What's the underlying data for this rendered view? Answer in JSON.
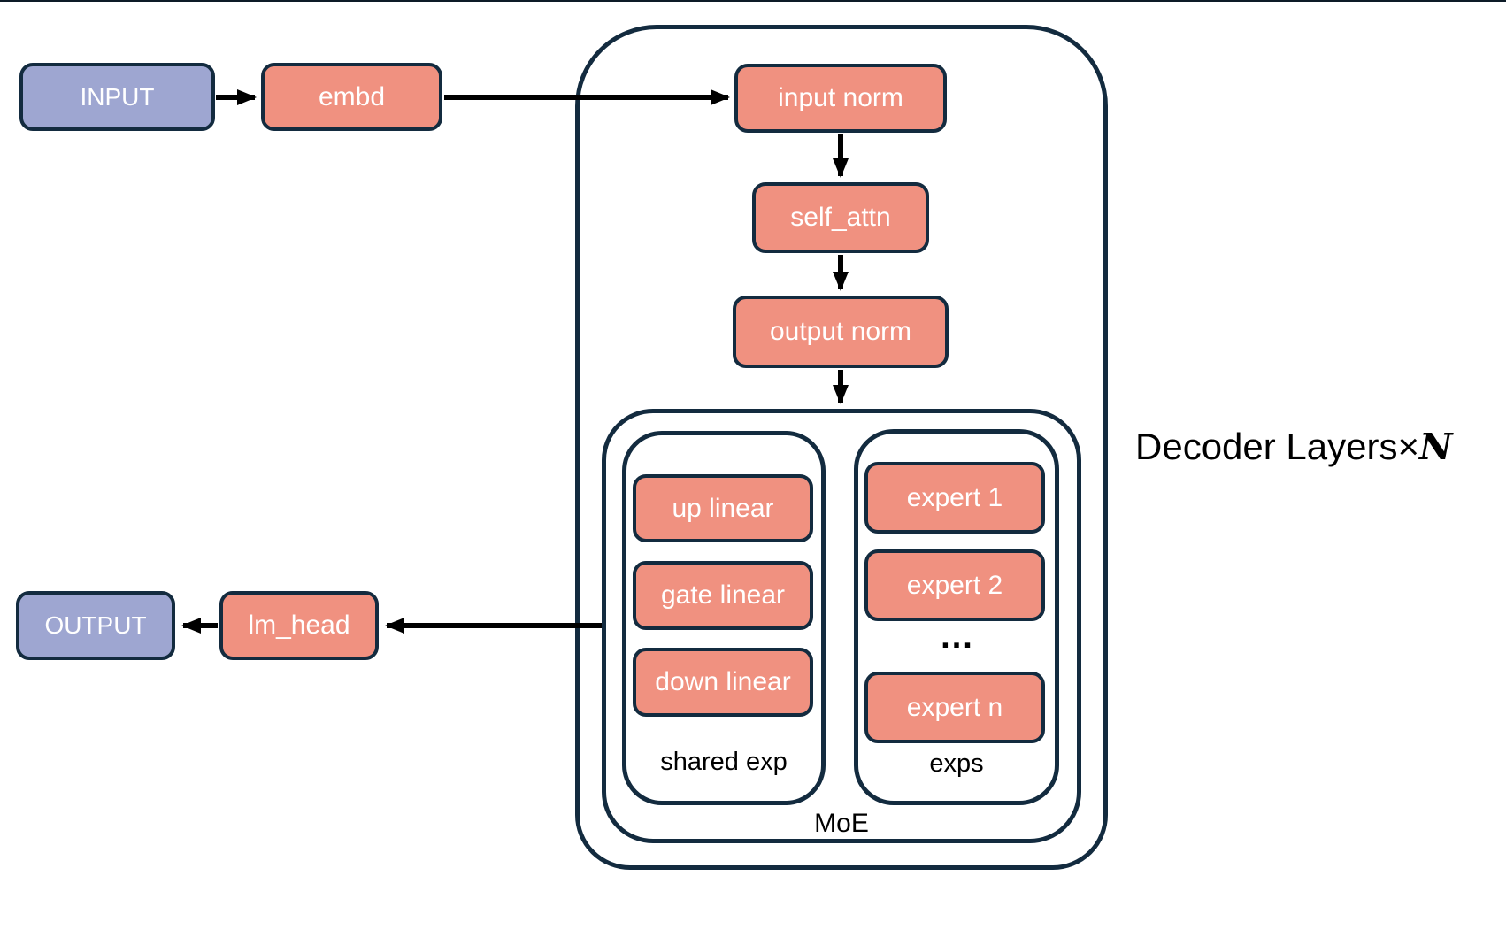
{
  "colors": {
    "node": "#f09180",
    "io": "#9ea6d1",
    "border": "#132b3f",
    "arrow": "#000000",
    "label": "#000000",
    "bg": "#ffffff"
  },
  "nodes": {
    "input": "INPUT",
    "embd": "embd",
    "input_norm": "input norm",
    "self_attn": "self_attn",
    "output_norm": "output norm",
    "lm_head": "lm_head",
    "output": "OUTPUT"
  },
  "moe": {
    "label": "MoE",
    "shared": {
      "label": "shared exp",
      "items": [
        "up linear",
        "gate linear",
        "down linear"
      ]
    },
    "experts": {
      "label": "exps",
      "items": [
        "expert 1",
        "expert 2",
        "expert n"
      ],
      "ellipsis": "..."
    }
  },
  "decoder_label": {
    "prefix": "Decoder Layers×",
    "n": "N"
  }
}
